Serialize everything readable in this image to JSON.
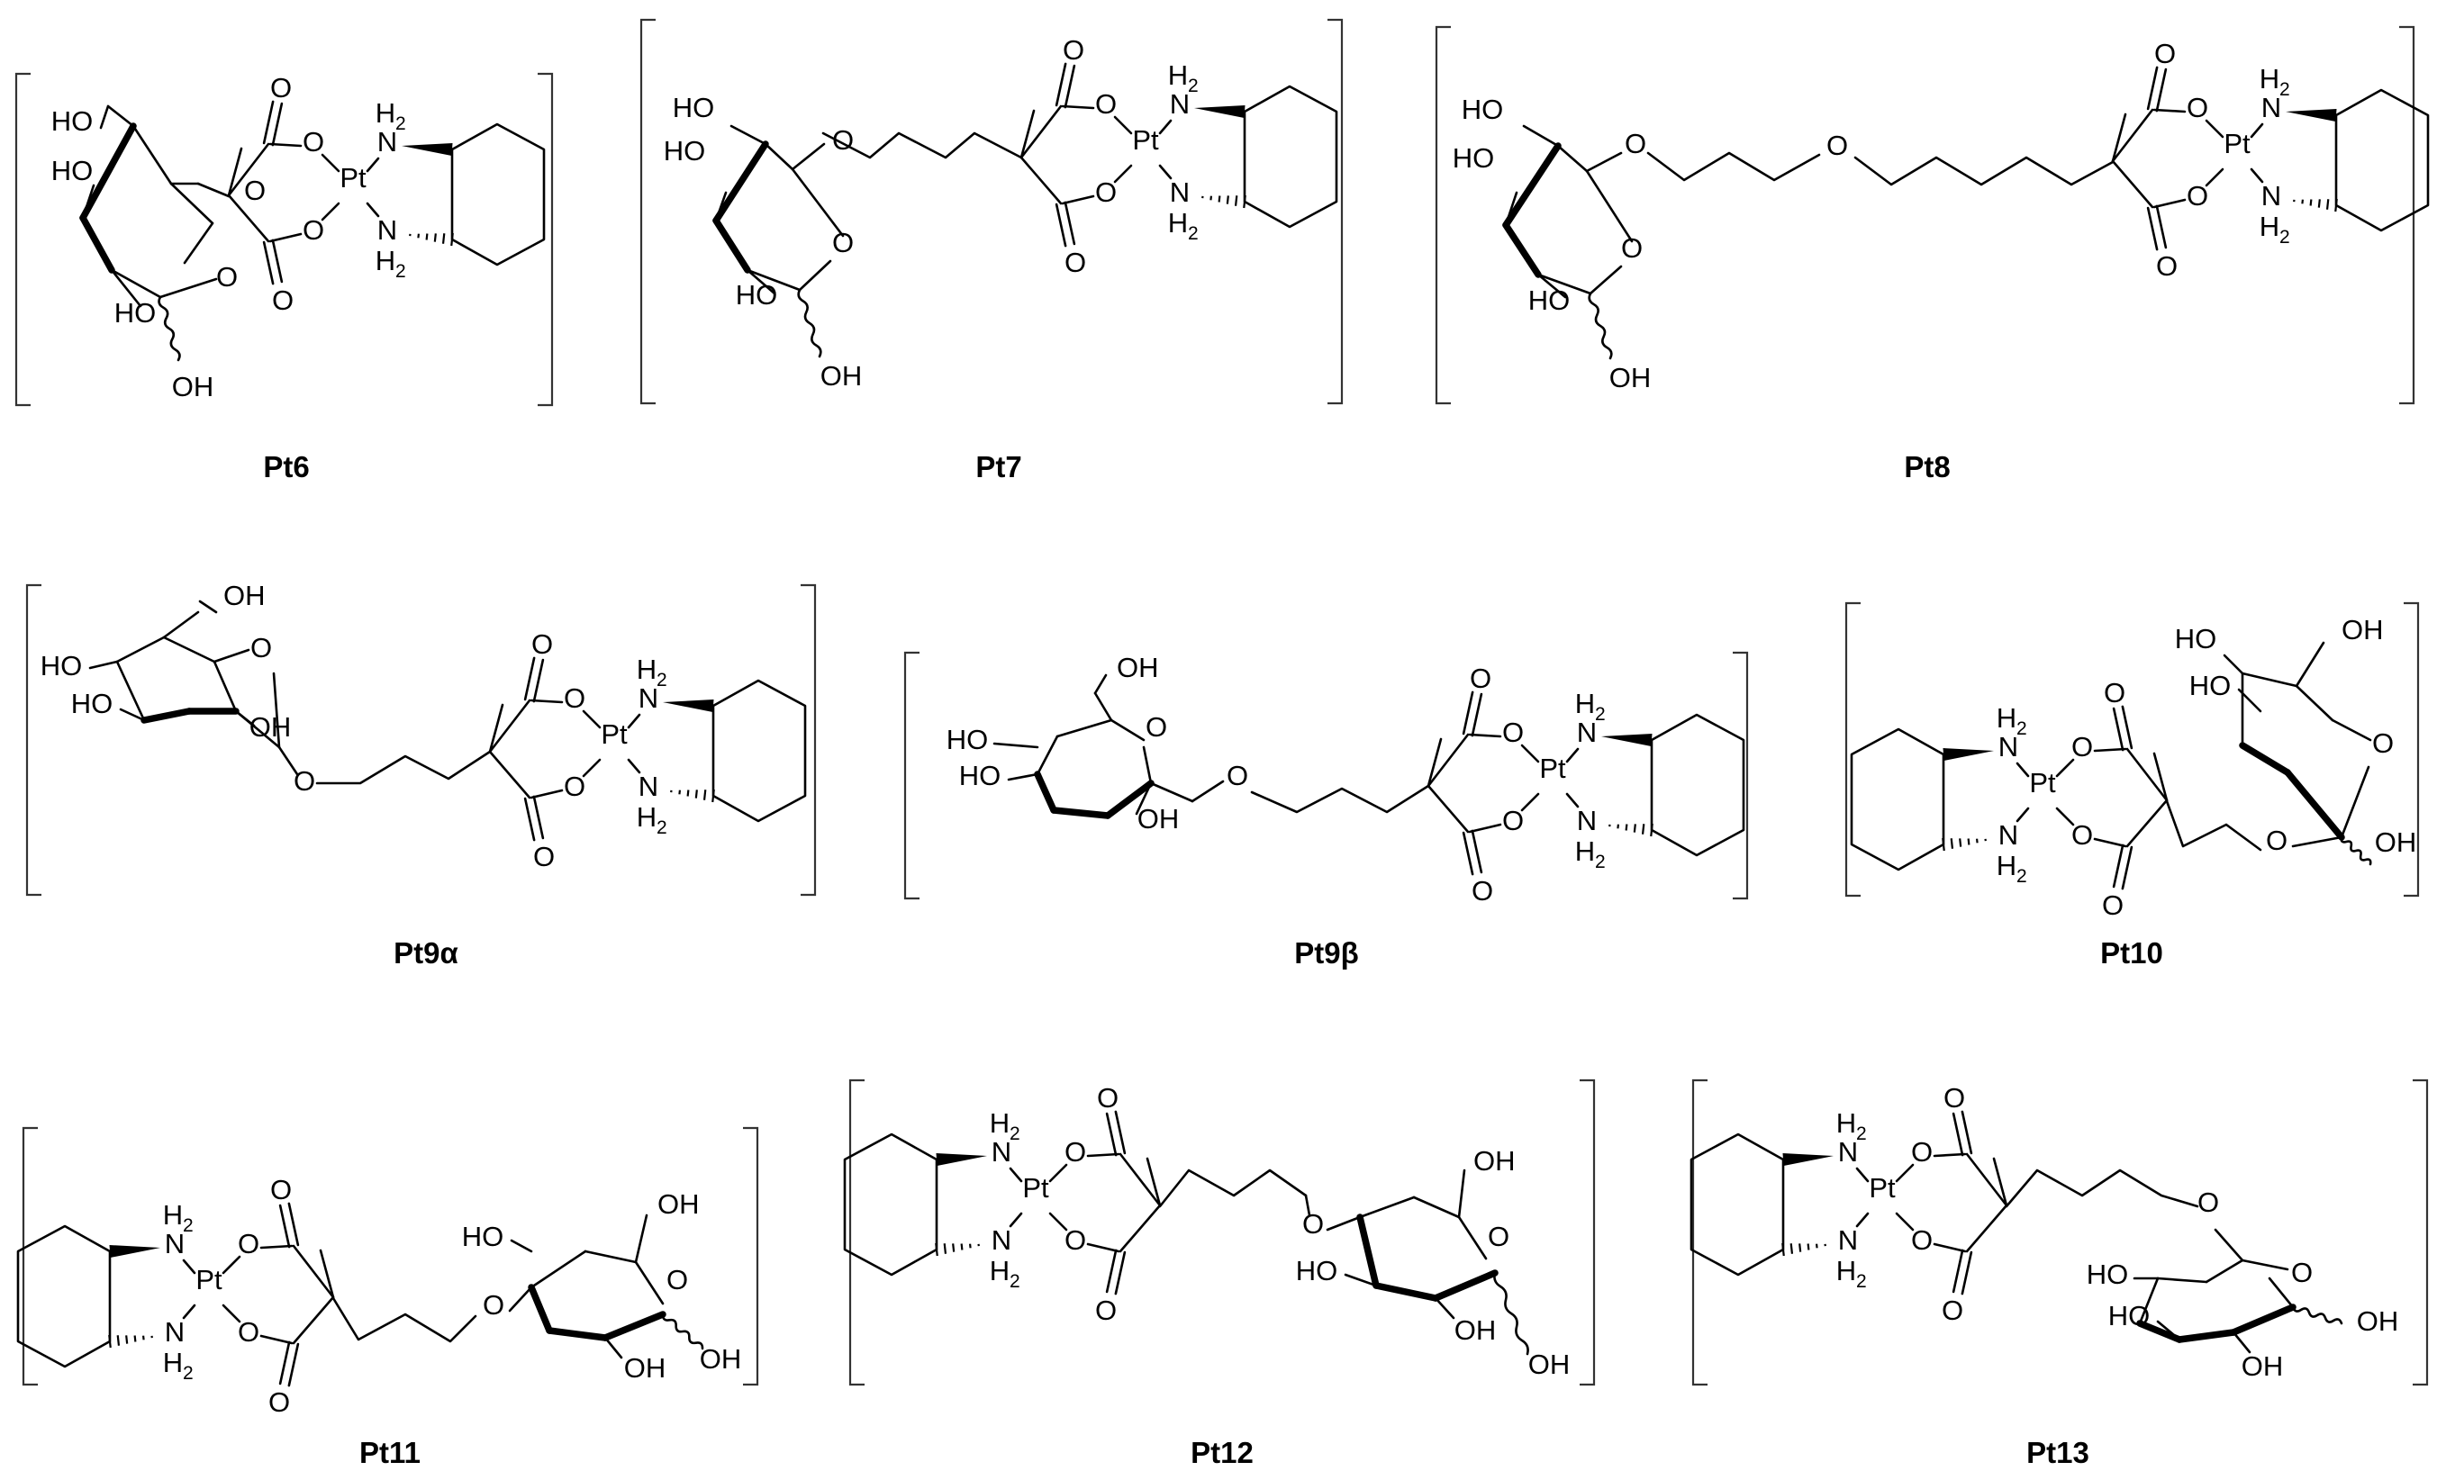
{
  "compounds": [
    {
      "id": "Pt6",
      "label": "Pt6"
    },
    {
      "id": "Pt7",
      "label": "Pt7"
    },
    {
      "id": "Pt8",
      "label": "Pt8"
    },
    {
      "id": "Pt9a",
      "label": "Pt9α"
    },
    {
      "id": "Pt9b",
      "label": "Pt9β"
    },
    {
      "id": "Pt10",
      "label": "Pt10"
    },
    {
      "id": "Pt11",
      "label": "Pt11"
    },
    {
      "id": "Pt12",
      "label": "Pt12"
    },
    {
      "id": "Pt13",
      "label": "Pt13"
    }
  ],
  "atoms": {
    "pt": "Pt",
    "n": "N",
    "h": "H",
    "h2_sub": "2",
    "o": "O",
    "oh": "OH",
    "ho": "HO"
  }
}
